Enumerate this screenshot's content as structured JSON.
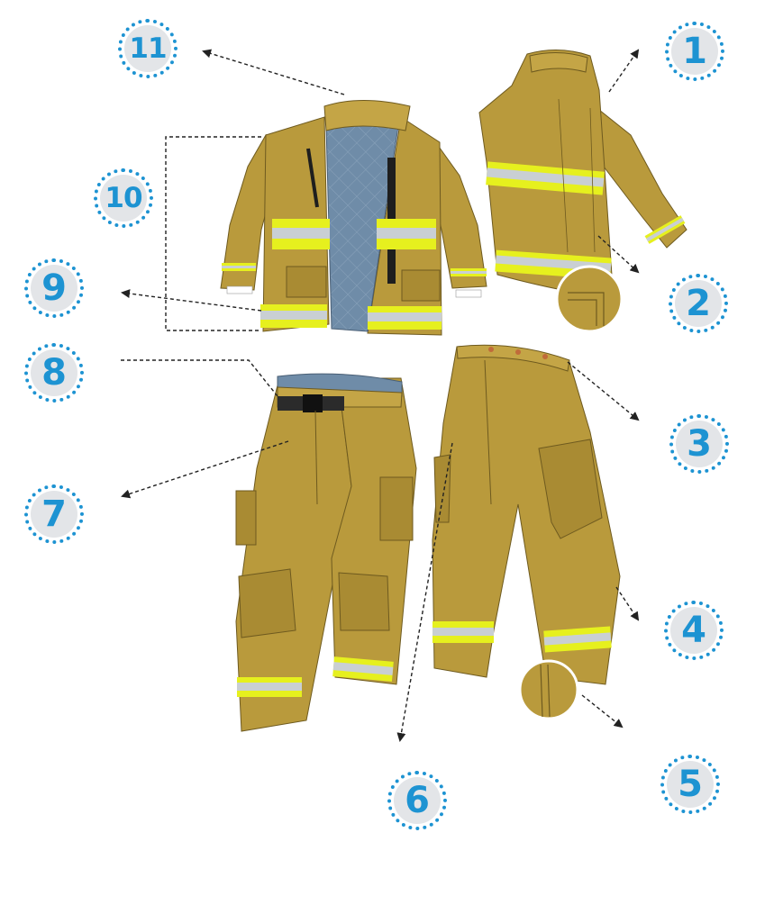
{
  "labels": [
    "1",
    "2",
    "3",
    "4",
    "5",
    "6",
    "7",
    "8",
    "9",
    "10",
    "11"
  ],
  "colors": {
    "badge_accent": "#1d93d2",
    "badge_fill": "#e3e5e8",
    "fabric": "#b99a3c",
    "fabric_dark": "#8f7429",
    "liner": "#6f8ca8",
    "reflective_yellow": "#e6f01e",
    "reflective_silver": "#c9cfd3"
  },
  "icons": {
    "jacket_front": "turnout-jacket-front",
    "jacket_back": "turnout-jacket-back",
    "pants_front": "turnout-pants-front",
    "pants_back": "turnout-pants-back"
  }
}
